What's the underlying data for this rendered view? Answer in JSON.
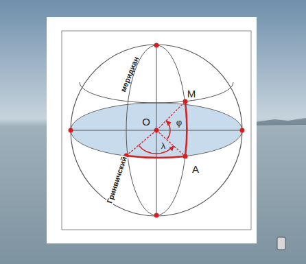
{
  "diagram": {
    "labels": [
      "Гринвичский",
      "меридиан",
      "M",
      "O",
      "φ",
      "λ",
      "A"
    ]
  }
}
